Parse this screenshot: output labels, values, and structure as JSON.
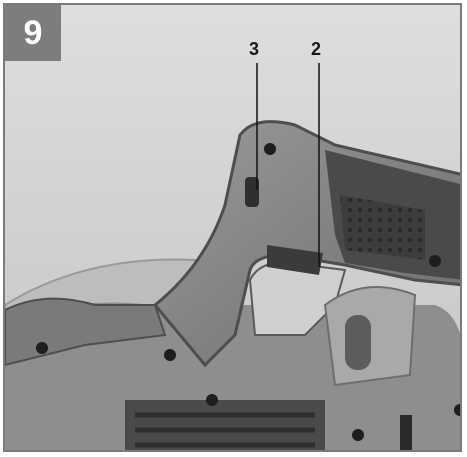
{
  "figure": {
    "number": "9",
    "callouts": [
      {
        "label": "3",
        "part": "lever"
      },
      {
        "label": "2",
        "part": "trigger"
      }
    ]
  },
  "colors": {
    "badge": "#7d7d7d",
    "housing_dark": "#5b5b5b",
    "housing_mid": "#8a8a8a",
    "background": "#cfcfcf",
    "grip": "#3f3f3f"
  }
}
